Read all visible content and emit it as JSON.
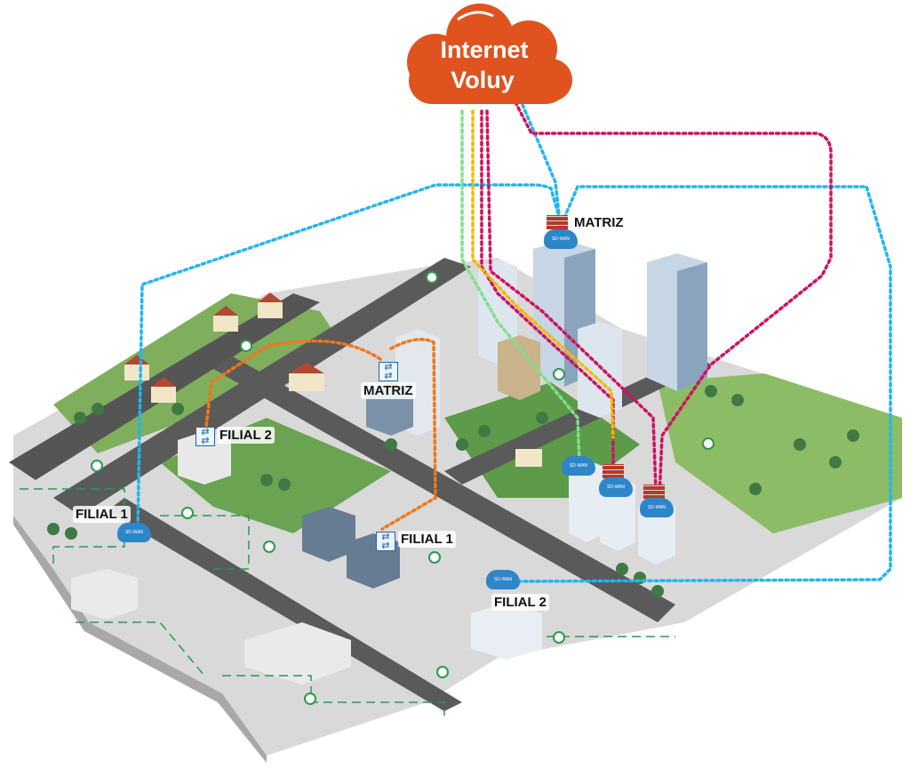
{
  "cloud": {
    "line1": "Internet",
    "line2": "Voluy",
    "color": "#e0531f"
  },
  "sites": [
    {
      "label": "MATRIZ",
      "type": "firewall-sdwan"
    },
    {
      "label": "MATRIZ",
      "type": "switch"
    },
    {
      "label": "FILIAL 2",
      "type": "switch"
    },
    {
      "label": "FILIAL 1",
      "type": "switch"
    },
    {
      "label": "FILIAL 1",
      "type": "sdwan"
    },
    {
      "label": "FILIAL 2",
      "type": "sdwan"
    }
  ],
  "sdwan_badge": "SD-WAN",
  "colors": {
    "blue": "#22b5f0",
    "magenta": "#d1105f",
    "orange": "#f0771a",
    "yellow": "#f5b800",
    "lightgreen": "#7fe08c",
    "darkgreen": "#2a9a4a"
  }
}
